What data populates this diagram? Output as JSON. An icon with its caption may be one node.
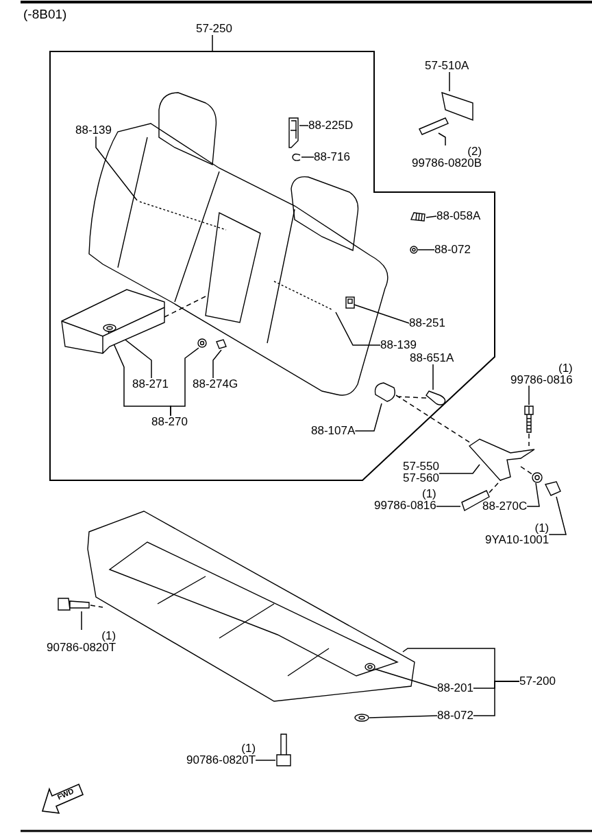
{
  "diagram": {
    "nodes": [
      {
        "text": [
          "57-250"
        ]
      },
      {
        "text": [],
        "shape": "box"
      },
      {
        "text": [
          "88-139"
        ],
        "in": 1
      },
      {
        "text": [
          "88-225D"
        ],
        "in": 1
      },
      {
        "text": [
          "88-716"
        ],
        "in": 1
      },
      {
        "text": [
          "88-058A"
        ],
        "in": 1
      },
      {
        "text": [
          "88-072"
        ],
        "in": 1
      },
      {
        "text": [
          "88-251"
        ],
        "in": 1
      },
      {
        "text": [
          "88-139"
        ],
        "in": 1
      },
      {
        "text": [
          "88-651A"
        ],
        "in": 1
      },
      {
        "text": [
          "88-271"
        ],
        "in": 1
      },
      {
        "text": [
          "88-274G"
        ],
        "in": 1
      },
      {
        "text": [
          "88-270"
        ],
        "in": 1
      },
      {
        "text": [
          "88-107A"
        ],
        "in": 1
      },
      {
        "text": [
          "57-510A"
        ]
      },
      {
        "text": [
          "(2)",
          "99786-0820B"
        ]
      },
      {
        "text": [
          "(1)",
          "99786-0816"
        ]
      },
      {
        "text": [
          "57-550",
          "57-560"
        ]
      },
      {
        "text": [
          "(1)",
          "99786-0816"
        ]
      },
      {
        "text": [
          "88-270C"
        ]
      },
      {
        "text": [
          "(1)",
          "9YA10-1001"
        ]
      },
      {
        "text": [
          "(1)",
          "90786-0820T"
        ]
      },
      {
        "text": [
          "88-201"
        ]
      },
      {
        "text": [
          "88-072"
        ]
      },
      {
        "text": [
          "57-200"
        ]
      },
      {
        "text": [
          "(1)",
          "90786-0820T"
        ]
      },
      {
        "text": [],
        "shape": "picture",
        "in": 1
      },
      {
        "text": [],
        "shape": "picture",
        "in": 1
      },
      {
        "text": [],
        "shape": "picture",
        "in": 1
      },
      {
        "text": [],
        "shape": "picture",
        "in": 1
      },
      {
        "text": [],
        "shape": "picture",
        "in": 1
      },
      {
        "text": [],
        "shape": "picture",
        "in": 1
      },
      {
        "text": [],
        "shape": "picture",
        "in": 26
      },
      {
        "text": [],
        "shape": "picture",
        "in": 1
      },
      {
        "text": [],
        "shape": "picture",
        "in": 27
      },
      {
        "text": [],
        "shape": "picture",
        "in": 1
      },
      {
        "text": [],
        "shape": "picture",
        "in": 1
      },
      {
        "text": [],
        "shape": "picture",
        "in": 1
      },
      {
        "text": [],
        "shape": "picture"
      },
      {
        "text": [],
        "shape": "picture"
      },
      {
        "text": [],
        "shape": "picture"
      },
      {
        "text": [],
        "shape": "picture"
      },
      {
        "text": [],
        "shape": "picture"
      },
      {
        "text": [],
        "shape": "picture"
      },
      {
        "text": [],
        "shape": "picture"
      },
      {
        "text": [],
        "shape": "picture"
      },
      {
        "text": [],
        "shape": "picture"
      },
      {
        "text": [],
        "shape": "picture",
        "in": 46
      },
      {
        "text": [],
        "shape": "picture"
      },
      {
        "text": [],
        "shape": "picture"
      }
    ],
    "edges": [
      {
        "from": 0,
        "to": 1,
        "arrow": "none"
      },
      {
        "from": 2,
        "to": 26,
        "arrow": "none"
      },
      {
        "from": 3,
        "to": 28,
        "arrow": "none"
      },
      {
        "from": 4,
        "to": 29,
        "arrow": "none"
      },
      {
        "from": 5,
        "to": 30,
        "arrow": "none"
      },
      {
        "from": 6,
        "to": 31,
        "arrow": "none"
      },
      {
        "from": 7,
        "to": 32,
        "arrow": "none"
      },
      {
        "from": 8,
        "to": 26,
        "arrow": "none"
      },
      {
        "from": 9,
        "to": 33,
        "arrow": "none"
      },
      {
        "from": 10,
        "to": 34,
        "arrow": "none"
      },
      {
        "from": 11,
        "to": 36,
        "arrow": "none"
      },
      {
        "from": 12,
        "to": 34,
        "arrow": "none"
      },
      {
        "from": 12,
        "to": 35,
        "arrow": "none"
      },
      {
        "from": 13,
        "to": 37,
        "arrow": "none"
      },
      {
        "from": 14,
        "to": 38,
        "arrow": "none"
      },
      {
        "from": 15,
        "to": 39,
        "arrow": "none"
      },
      {
        "from": 16,
        "to": 40,
        "arrow": "none"
      },
      {
        "from": 17,
        "to": 41,
        "arrow": "none"
      },
      {
        "from": 18,
        "to": 42,
        "arrow": "none"
      },
      {
        "from": 19,
        "to": 43,
        "arrow": "none"
      },
      {
        "from": 20,
        "to": 44,
        "arrow": "none"
      },
      {
        "from": 21,
        "to": 45,
        "arrow": "none"
      },
      {
        "from": 22,
        "to": 47,
        "arrow": "none"
      },
      {
        "from": 23,
        "to": 48,
        "arrow": "none"
      },
      {
        "from": 24,
        "to": 46,
        "arrow": "none"
      },
      {
        "from": 24,
        "to": 22,
        "arrow": "none"
      },
      {
        "from": 24,
        "to": 23,
        "arrow": "none"
      },
      {
        "from": 25,
        "to": 49,
        "arrow": "none"
      },
      {
        "from": 27,
        "to": 26,
        "arrow": "none",
        "style": "dashed"
      },
      {
        "from": 37,
        "to": 41,
        "arrow": "none",
        "style": "dashed"
      },
      {
        "from": 33,
        "to": 37,
        "arrow": "none",
        "style": "dashed"
      },
      {
        "from": 42,
        "to": 41,
        "arrow": "none",
        "style": "dashed"
      },
      {
        "from": 40,
        "to": 41,
        "arrow": "none",
        "style": "dashed"
      },
      {
        "from": 41,
        "to": 43,
        "arrow": "none",
        "style": "dashed"
      },
      {
        "from": 45,
        "to": 46,
        "arrow": "none",
        "style": "dashed"
      }
    ],
    "labels": [
      "(-8B01)",
      "FWD"
    ]
  }
}
